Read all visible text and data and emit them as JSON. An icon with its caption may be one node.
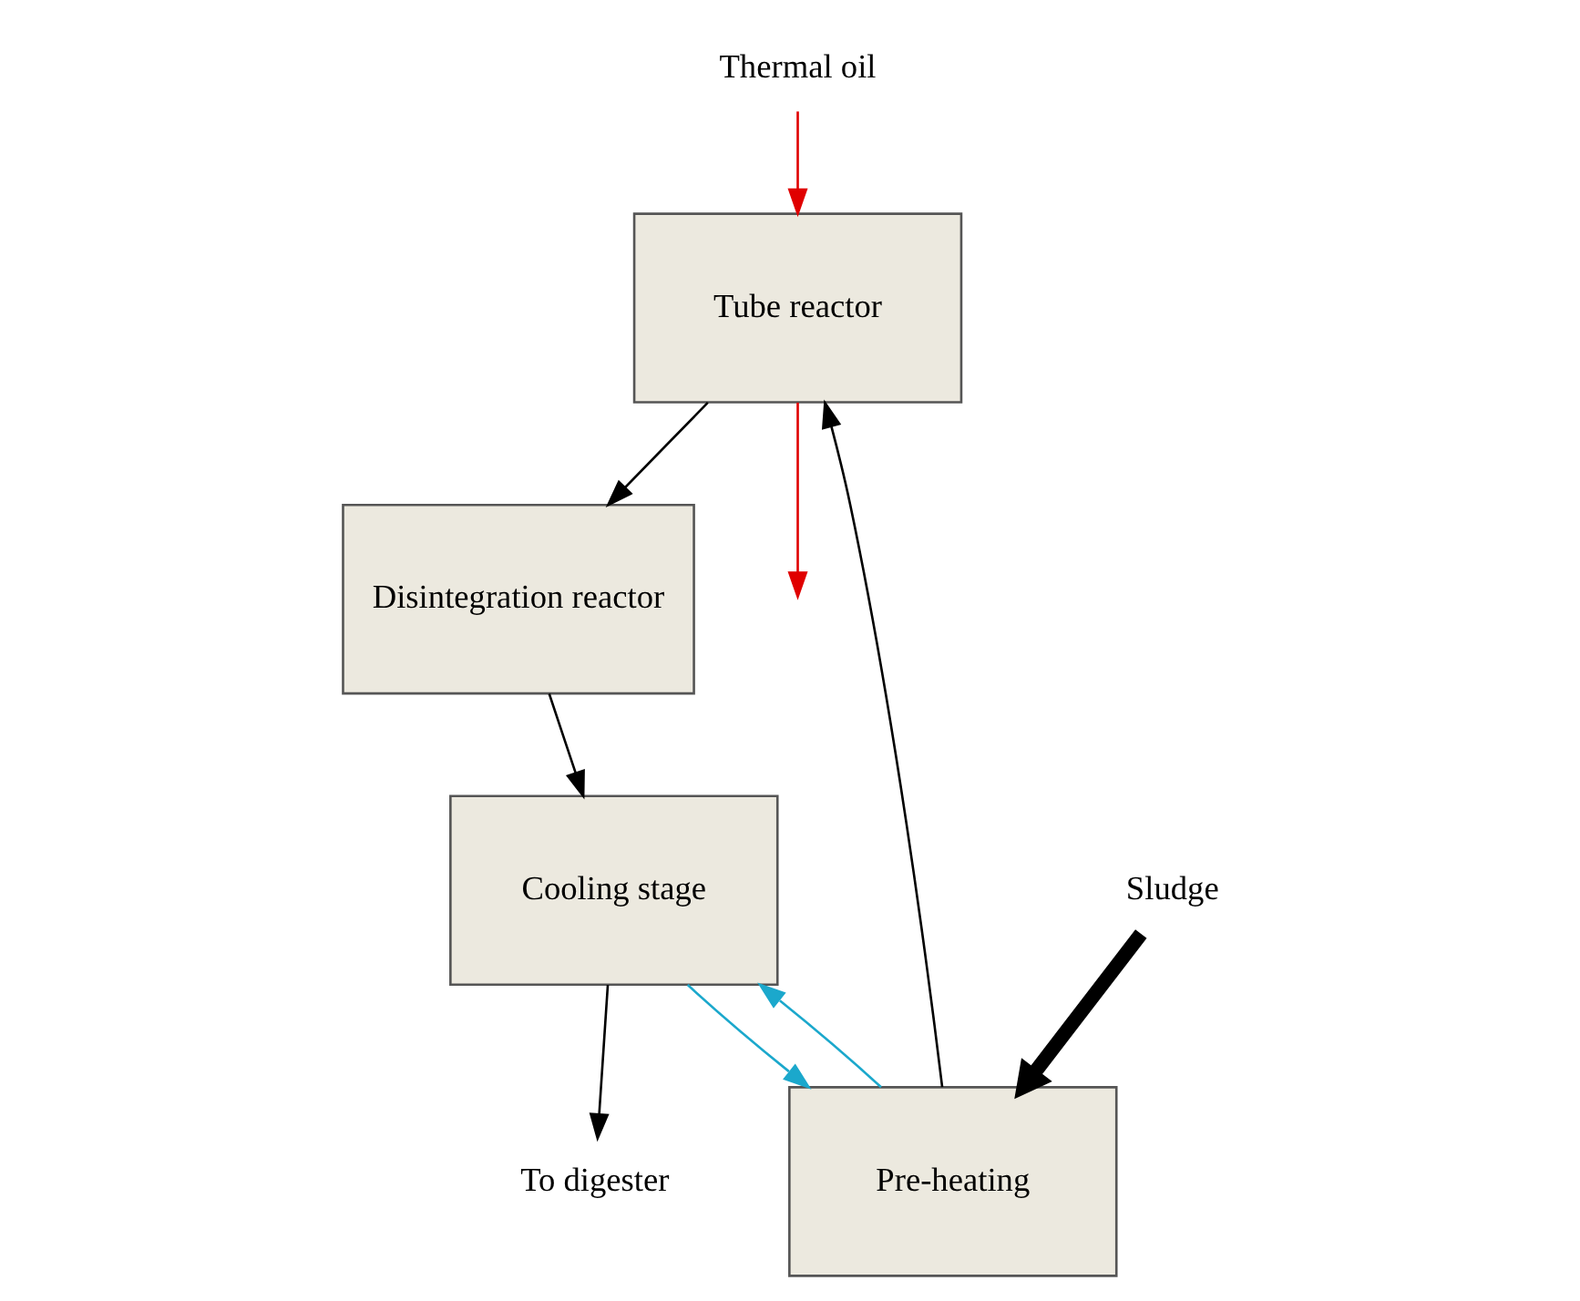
{
  "diagram": {
    "nodes": [
      {
        "text": [
          "Thermal oil"
        ]
      },
      {
        "text": [
          "Tube reactor"
        ]
      },
      {
        "text": [
          "Cooling stage"
        ]
      },
      {
        "text": [
          "Disintegration reactor"
        ]
      },
      {
        "text": [
          "Sludge"
        ]
      },
      {
        "text": [
          "Pre-heating"
        ]
      },
      {
        "text": [
          "To digester"
        ]
      }
    ],
    "edges": [
      {
        "from": 0,
        "to": 1,
        "arrow": "to",
        "color": "#e00000"
      },
      {
        "from": 1,
        "to": null,
        "arrow": "to",
        "color": "#e00000"
      },
      {
        "from": 4,
        "to": 5,
        "arrow": "to",
        "style": "thick"
      },
      {
        "from": 5,
        "to": 1,
        "arrow": "to"
      },
      {
        "from": 1,
        "to": 3,
        "arrow": "to"
      },
      {
        "from": 3,
        "to": 2,
        "arrow": "to"
      },
      {
        "from": 2,
        "to": 6,
        "arrow": "to"
      },
      {
        "from": 2,
        "to": 5,
        "arrow": "to",
        "color": "#1ba8cc"
      },
      {
        "from": 5,
        "to": 2,
        "arrow": "to",
        "color": "#1ba8cc"
      }
    ]
  }
}
